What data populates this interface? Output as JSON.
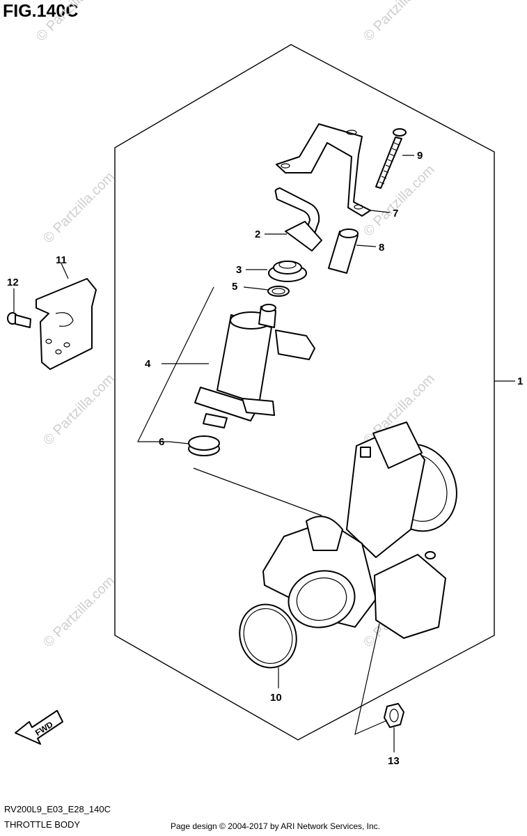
{
  "figure_title": "FIG.140C",
  "model_code": "RV200L9_E03_E28_140C",
  "section_name": "THROTTLE BODY",
  "copyright": "Page design © 2004-2017 by ARI Network Services, Inc.",
  "watermark": "© Partzilla.com",
  "direction_label": "FWD",
  "callouts": {
    "c1": "1",
    "c2": "2",
    "c3": "3",
    "c4": "4",
    "c5": "5",
    "c6": "6",
    "c7": "7",
    "c8": "8",
    "c9": "9",
    "c10": "10",
    "c11": "11",
    "c12": "12",
    "c13": "13"
  }
}
